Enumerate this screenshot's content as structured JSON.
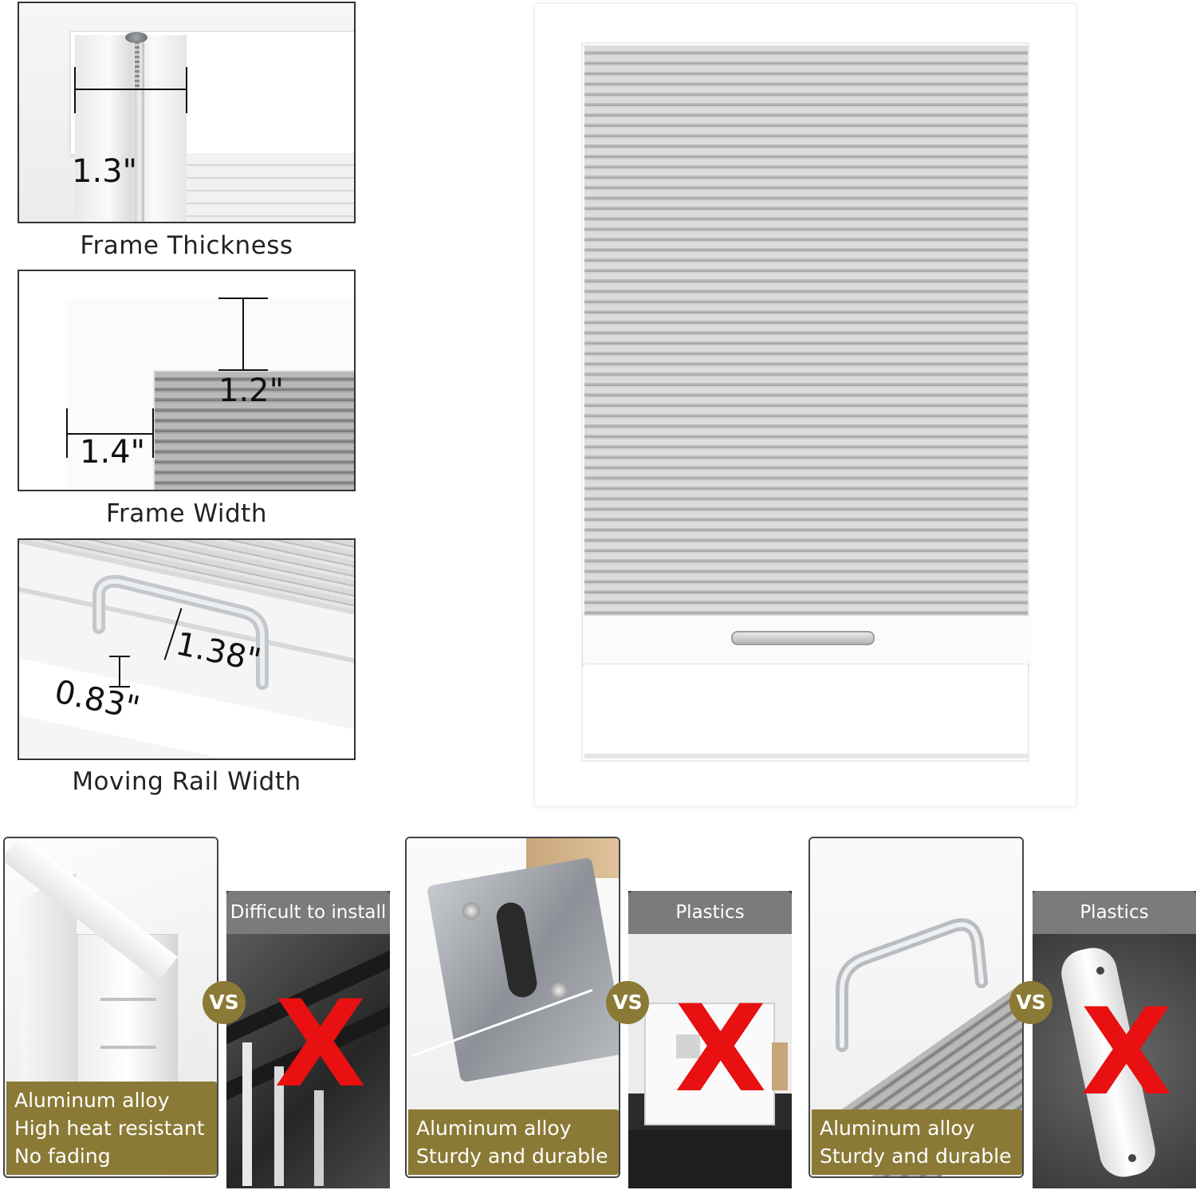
{
  "details": [
    {
      "caption": "Frame Thickness",
      "dimensions": [
        "1.3\""
      ]
    },
    {
      "caption": "Frame Width",
      "dimensions": [
        "1.2\"",
        "1.4\""
      ]
    },
    {
      "caption": "Moving Rail Width",
      "dimensions": [
        "1.38\"",
        "0.83\""
      ]
    }
  ],
  "comparisons": [
    {
      "good_label_lines": [
        "Aluminum alloy",
        "High heat resistant",
        "No fading"
      ],
      "vs": "VS",
      "bad_label": "Difficult to install",
      "bad_mark": "X"
    },
    {
      "good_label_lines": [
        "Aluminum alloy",
        "Sturdy and durable"
      ],
      "vs": "VS",
      "bad_label": "Plastics",
      "bad_mark": "X"
    },
    {
      "good_label_lines": [
        "Aluminum alloy",
        "Sturdy and durable"
      ],
      "vs": "VS",
      "bad_label": "Plastics",
      "bad_mark": "X"
    }
  ],
  "colors": {
    "accent": "#8a7a36",
    "cross": "#e81010",
    "shade": "#c8c8c8"
  },
  "icons": [
    "screw-icon",
    "handle-icon",
    "cross-icon"
  ]
}
